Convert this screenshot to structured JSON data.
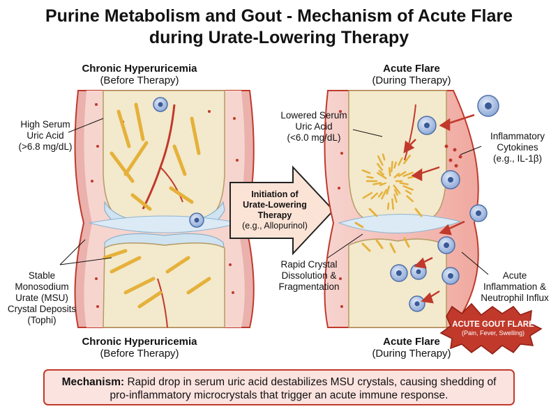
{
  "title": {
    "line1": "Purine Metabolism and Gout - Mechanism of Acute Flare",
    "line2": "during Urate-Lowering Therapy"
  },
  "left_panel": {
    "top_heading": "Chronic Hyperuricemia",
    "top_sub": "(Before Therapy)",
    "bottom_heading": "Chronic Hyperuricemia",
    "bottom_sub": "(Before Therapy)",
    "serum_label": [
      "High Serum",
      "Uric Acid",
      "(>6.8 mg/dL)"
    ],
    "crystal_label": [
      "Stable",
      "Monosodium",
      "Urate (MSU)",
      "Crystal Deposits",
      "(Tophi)"
    ]
  },
  "center_arrow": {
    "line1": "Initiation of",
    "line2": "Urate-Lowering",
    "line3": "Therapy",
    "line4": "(e.g., Allopurinol)"
  },
  "right_panel": {
    "top_heading": "Acute Flare",
    "top_sub": "(During Therapy)",
    "bottom_heading": "Acute Flare",
    "bottom_sub": "(During Therapy)",
    "serum_label": [
      "Lowered Serum",
      "Uric Acid",
      "(<6.0 mg/dL)"
    ],
    "cytokine_label": [
      "Inflammatory",
      "Cytokines",
      "(e.g., IL-1β)"
    ],
    "dissolution_label": [
      "Rapid Crystal",
      "Dissolution &",
      "Fragmentation"
    ],
    "inflammation_label": [
      "Acute",
      "Inflammation &",
      "Neutrophil Influx"
    ],
    "flare_badge": {
      "title": "ACUTE GOUT FLARE",
      "subtitle": "(Pain, Fever, Swelling)"
    }
  },
  "mechanism": {
    "prefix": "Mechanism:",
    "text": "Rapid drop in serum uric acid destabilizes MSU crystals, causing shedding of pro-inflammatory microcrystals that trigger an acute immune response."
  },
  "colors": {
    "synovium": "#e8a0a0",
    "bone": "#f3e9cc",
    "cartilage": "#cfe3f0",
    "crystal": "#e5b13a",
    "accent_red": "#c0392b",
    "cell_blue": "#6f8fc9"
  }
}
